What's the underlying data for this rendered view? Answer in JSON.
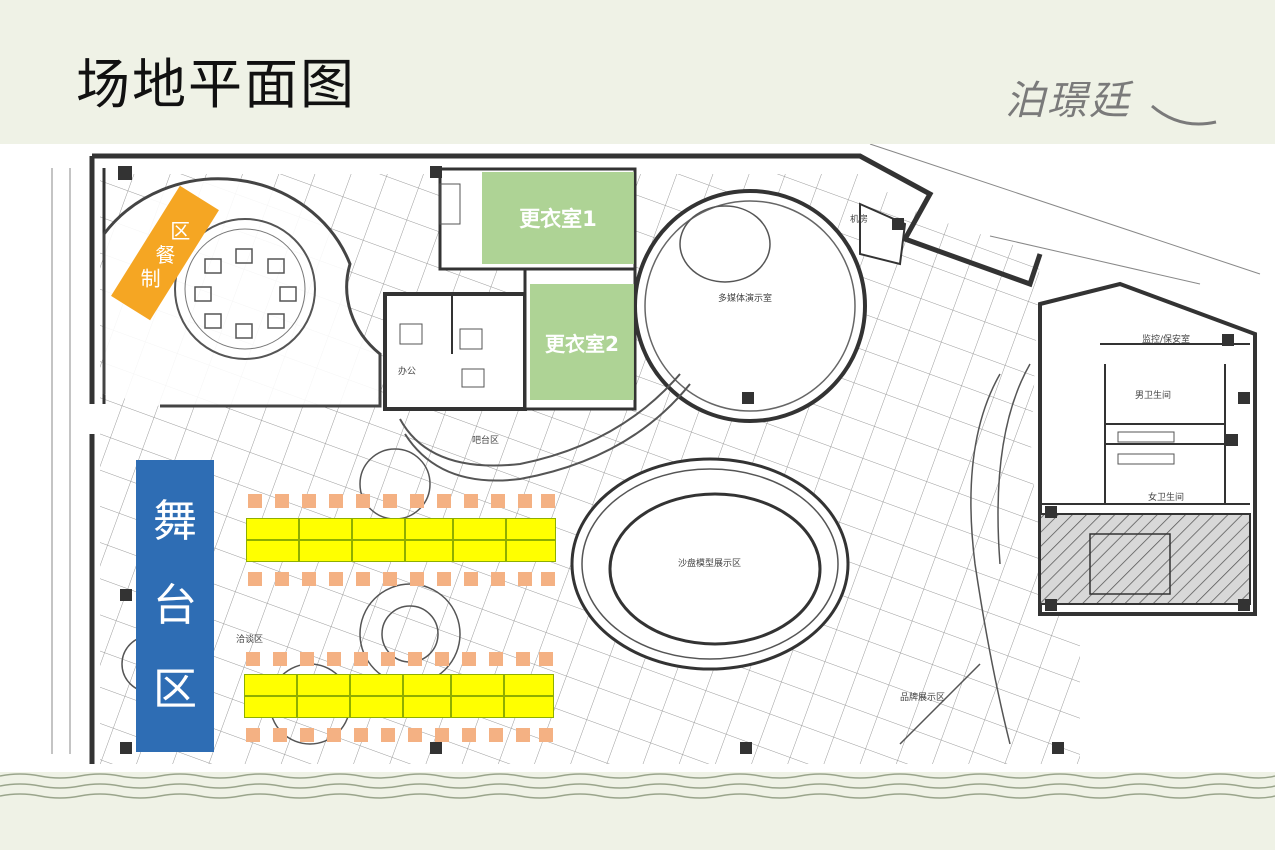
{
  "header": {
    "title": "场地平面图",
    "brand": "泊璟廷"
  },
  "zones": {
    "changing_room_1": "更衣室1",
    "changing_room_2": "更衣室2",
    "stage": [
      "舞",
      "台",
      "区"
    ],
    "makeup": [
      "制",
      "餐",
      "区"
    ]
  },
  "plan_labels": {
    "multimedia": "多媒体演示室",
    "machine_room": "机房",
    "security": "监控/保安室",
    "male_toilet": "男卫生间",
    "female_toilet": "女卫生间",
    "bar": "吧台区",
    "sand_table": "沙盘模型展示区",
    "negotiation": "洽谈区",
    "brand_display": "品牌展示区",
    "office": "办公"
  },
  "colors": {
    "changing_rooms": "#a8d08d",
    "stage": "#2e6db4",
    "makeup": "#f5a623",
    "tables": "#ffff00",
    "chairs": "#f4b183"
  }
}
